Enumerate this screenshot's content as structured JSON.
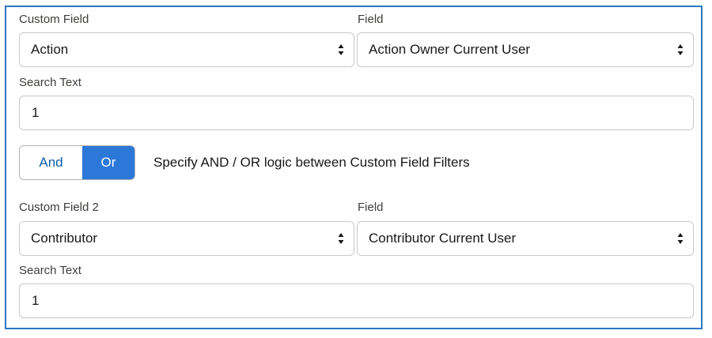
{
  "filter1": {
    "custom_field_label": "Custom Field",
    "custom_field_value": "Action",
    "field_label": "Field",
    "field_value": "Action Owner Current User",
    "search_label": "Search Text",
    "search_value": "1"
  },
  "logic": {
    "and_label": "And",
    "or_label": "Or",
    "selected": "Or",
    "description": "Specify AND / OR logic between Custom Field Filters"
  },
  "filter2": {
    "custom_field_label": "Custom Field 2",
    "custom_field_value": "Contributor",
    "field_label": "Field",
    "field_value": "Contributor Current User",
    "search_label": "Search Text",
    "search_value": "1"
  },
  "colors": {
    "frame_border": "#2b78c5",
    "toggle_active": "#2b78d8",
    "toggle_inactive_text": "#0b5cab"
  }
}
